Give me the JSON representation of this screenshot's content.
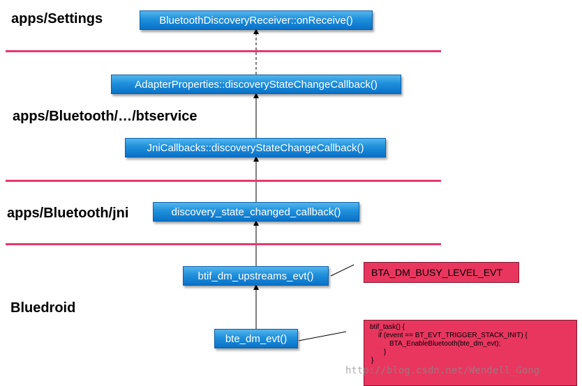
{
  "layers": {
    "settings": "apps/Settings",
    "btservice": "apps/Bluetooth/…/btservice",
    "jni": "apps/Bluetooth/jni",
    "bluedroid": "Bluedroid"
  },
  "boxes": {
    "receiver": "BluetoothDiscoveryReceiver::onReceive()",
    "adapter_props": "AdapterProperties::discoveryStateChangeCallback()",
    "jni_callbacks": "JniCallbacks::discoveryStateChangeCallback()",
    "jni_callback": "discovery_state_changed_callback()",
    "upstreams_evt": "btif_dm_upstreams_evt()",
    "bte_dm_evt": "bte_dm_evt()"
  },
  "notes": {
    "busy_level_evt": "BTA_DM_BUSY_LEVEL_EVT",
    "btif_task": [
      "btif_task() {",
      "if (event == BT_EVT_TRIGGER_STACK_INIT)  {",
      "BTA_EnableBluetooth(bte_dm_evt);",
      "}",
      "}"
    ]
  },
  "colors": {
    "box_blue": "#1f8fdb",
    "separator": "#e8376c",
    "note_red": "#e8365f"
  },
  "watermark": "http://blog.csdn.net/Wendell_Gong"
}
